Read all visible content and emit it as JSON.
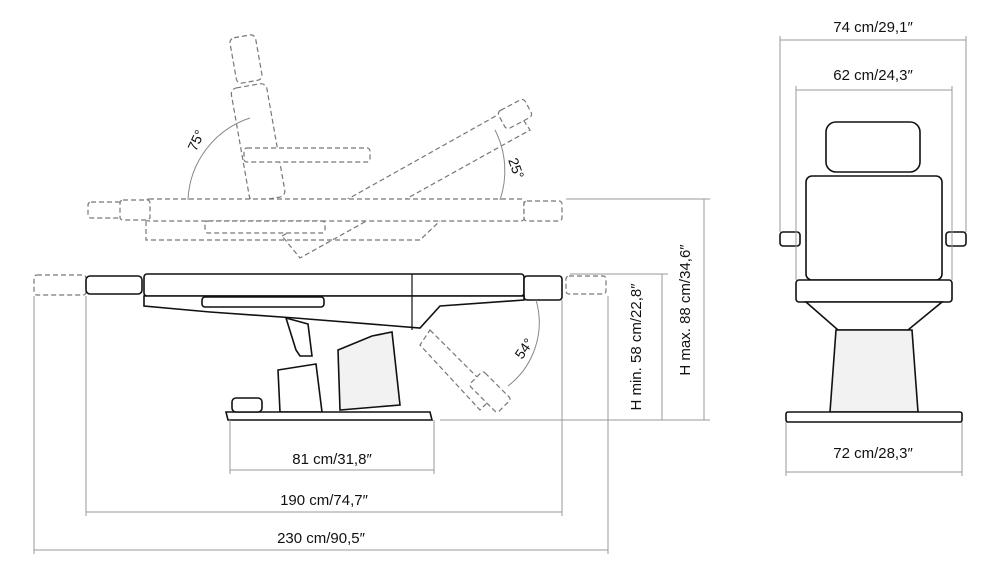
{
  "dimensions": {
    "base_length": "81 cm/31,8″",
    "chair_length": "190 cm/74,7″",
    "total_length": "230 cm/90,5″",
    "height_min": "H min. 58 cm/22,8″",
    "height_max": "H max. 88 cm/34,6″",
    "total_width": "74 cm/29,1″",
    "seat_width": "62 cm/24,3″",
    "base_width": "72 cm/28,3″"
  },
  "angles": {
    "backrest": "75°",
    "seat": "25°",
    "legrest": "54°"
  }
}
